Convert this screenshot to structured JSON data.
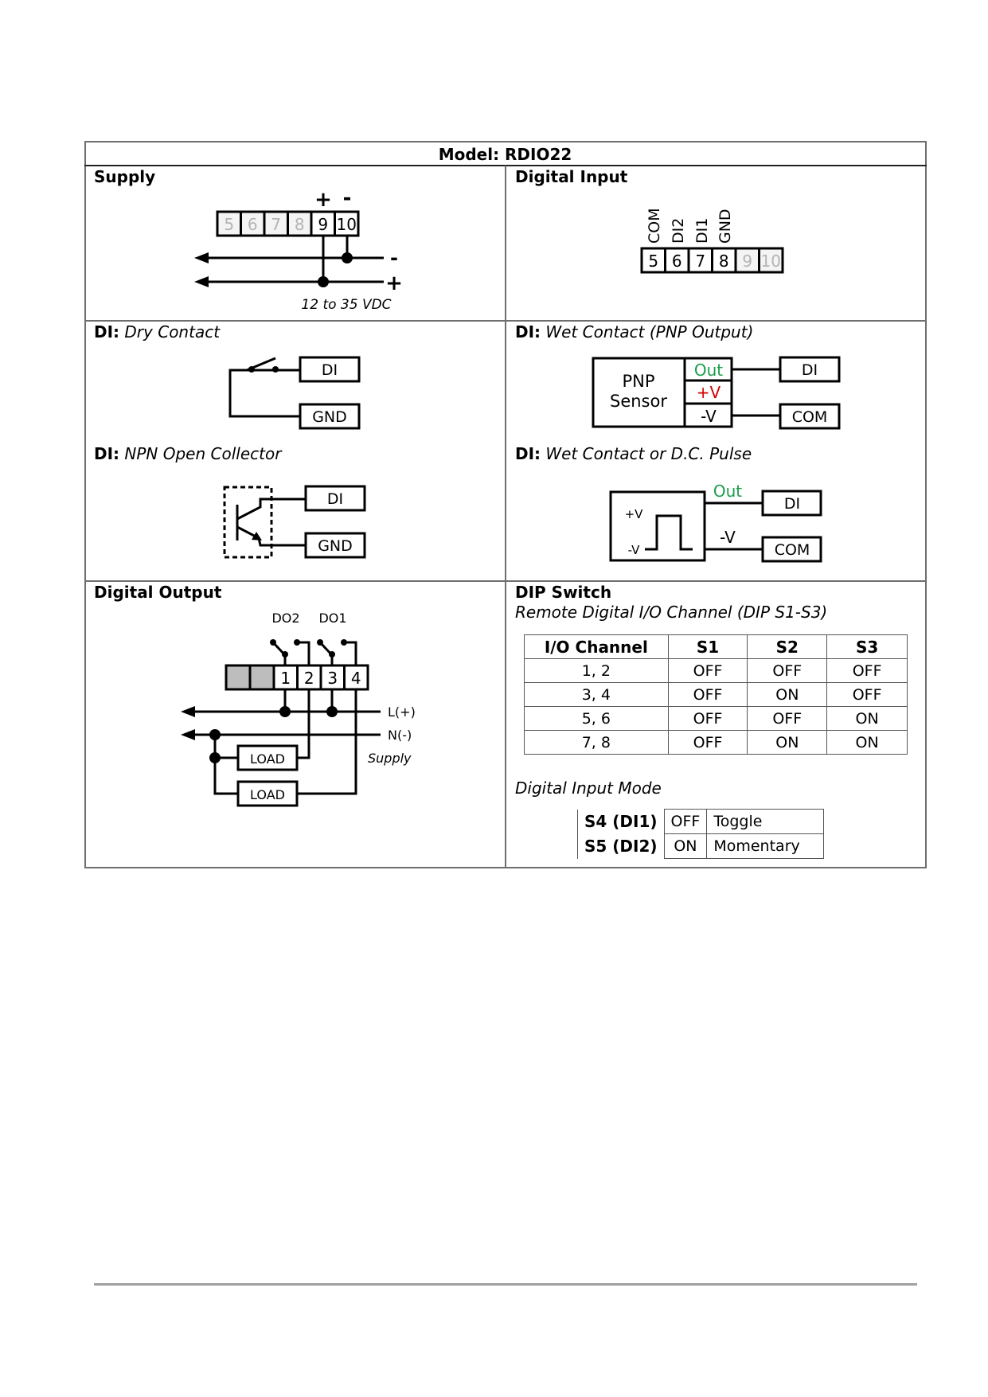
{
  "model_title": "Model: RDIO22",
  "colors": {
    "out_label": "#1a9e4a",
    "plus_v_label": "#d40000",
    "inactive_terminal": "#b4b4b4",
    "gray_block": "#bdbdbd"
  },
  "supply": {
    "heading": "Supply",
    "terminals": [
      "5",
      "6",
      "7",
      "8",
      "9",
      "10"
    ],
    "active_terminals": [
      "9",
      "10"
    ],
    "polarity_labels": [
      "+",
      "-"
    ],
    "line_labels": [
      "-",
      "+"
    ],
    "voltage": "12 to 35 VDC"
  },
  "digital_input": {
    "heading": "Digital Input",
    "terminals": [
      "5",
      "6",
      "7",
      "8",
      "9",
      "10"
    ],
    "active_terminals": [
      "5",
      "6",
      "7",
      "8"
    ],
    "pin_labels": [
      "COM",
      "DI2",
      "DI1",
      "GND"
    ]
  },
  "dry_contact": {
    "prefix": "DI:",
    "title": "Dry Contact",
    "boxes": [
      "DI",
      "GND"
    ]
  },
  "npn": {
    "prefix": "DI:",
    "title": "NPN Open Collector",
    "boxes": [
      "DI",
      "GND"
    ]
  },
  "pnp": {
    "prefix": "DI:",
    "title": "Wet Contact (PNP Output)",
    "sensor_line1": "PNP",
    "sensor_line2": "Sensor",
    "pins": [
      "Out",
      "+V",
      "-V"
    ],
    "boxes": [
      "DI",
      "COM"
    ]
  },
  "pulse": {
    "prefix": "DI:",
    "title": "Wet Contact or D.C. Pulse",
    "plus_v": "+V",
    "minus_v": "-V",
    "out_label": "Out",
    "wire_minus_label": "-V",
    "boxes": [
      "DI",
      "COM"
    ]
  },
  "digital_output": {
    "heading": "Digital Output",
    "relay_labels": [
      "DO2",
      "DO1"
    ],
    "terminals": [
      "1",
      "2",
      "3",
      "4"
    ],
    "line_labels": [
      "L(+)",
      "N(-)"
    ],
    "supply_label": "Supply",
    "loads": [
      "LOAD",
      "LOAD"
    ]
  },
  "dip_switch": {
    "heading": "DIP Switch",
    "subtitle": "Remote Digital I/O Channel (DIP S1-S3)",
    "columns": [
      "I/O Channel",
      "S1",
      "S2",
      "S3"
    ],
    "rows": [
      [
        "1, 2",
        "OFF",
        "OFF",
        "OFF"
      ],
      [
        "3, 4",
        "OFF",
        "ON",
        "OFF"
      ],
      [
        "5, 6",
        "OFF",
        "OFF",
        "ON"
      ],
      [
        "7, 8",
        "OFF",
        "ON",
        "ON"
      ]
    ],
    "mode_heading": "Digital Input Mode",
    "mode_rows": [
      [
        "S4 (DI1)",
        "OFF",
        "Toggle"
      ],
      [
        "S5 (DI2)",
        "ON",
        "Momentary"
      ]
    ]
  }
}
